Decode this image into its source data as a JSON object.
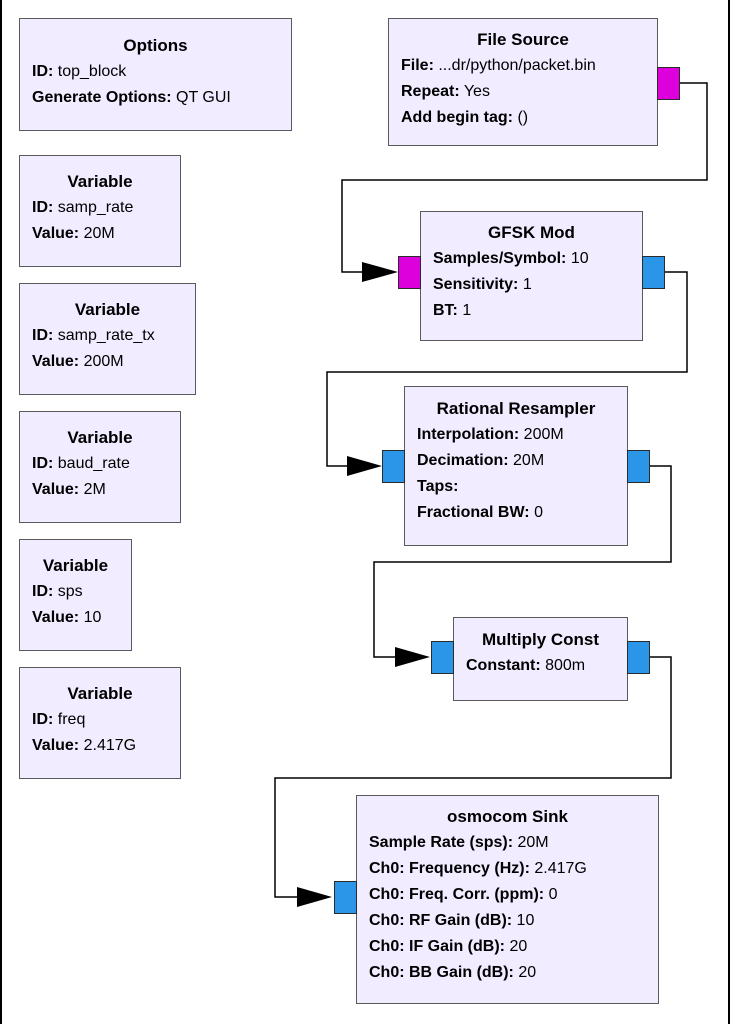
{
  "colors": {
    "canvas_bg": "#ffffff",
    "outer_bg": "#000000",
    "block_fill": "#f1ecff",
    "block_border": "#5a5a5a",
    "port_byte": "#dd00dd",
    "port_complex": "#2b95e8",
    "wire": "#000000"
  },
  "blocks": {
    "options": {
      "title": "Options",
      "params": [
        {
          "key": "ID:",
          "value": "top_block"
        },
        {
          "key": "Generate Options:",
          "value": "QT GUI"
        }
      ]
    },
    "var_samp_rate": {
      "title": "Variable",
      "params": [
        {
          "key": "ID:",
          "value": "samp_rate"
        },
        {
          "key": "Value:",
          "value": "20M"
        }
      ]
    },
    "var_samp_rate_tx": {
      "title": "Variable",
      "params": [
        {
          "key": "ID:",
          "value": "samp_rate_tx"
        },
        {
          "key": "Value:",
          "value": "200M"
        }
      ]
    },
    "var_baud_rate": {
      "title": "Variable",
      "params": [
        {
          "key": "ID:",
          "value": "baud_rate"
        },
        {
          "key": "Value:",
          "value": "2M"
        }
      ]
    },
    "var_sps": {
      "title": "Variable",
      "params": [
        {
          "key": "ID:",
          "value": "sps"
        },
        {
          "key": "Value:",
          "value": "10"
        }
      ]
    },
    "var_freq": {
      "title": "Variable",
      "params": [
        {
          "key": "ID:",
          "value": "freq"
        },
        {
          "key": "Value:",
          "value": "2.417G"
        }
      ]
    },
    "file_source": {
      "title": "File Source",
      "params": [
        {
          "key": "File:",
          "value": "...dr/python/packet.bin"
        },
        {
          "key": "Repeat:",
          "value": "Yes"
        },
        {
          "key": "Add begin tag:",
          "value": "()"
        }
      ]
    },
    "gfsk_mod": {
      "title": "GFSK Mod",
      "params": [
        {
          "key": "Samples/Symbol:",
          "value": "10"
        },
        {
          "key": "Sensitivity:",
          "value": "1"
        },
        {
          "key": "BT:",
          "value": "1"
        }
      ]
    },
    "rational_resampler": {
      "title": "Rational Resampler",
      "params": [
        {
          "key": "Interpolation:",
          "value": "200M"
        },
        {
          "key": "Decimation:",
          "value": "20M"
        },
        {
          "key": "Taps:",
          "value": ""
        },
        {
          "key": "Fractional BW:",
          "value": "0"
        }
      ]
    },
    "multiply_const": {
      "title": "Multiply Const",
      "params": [
        {
          "key": "Constant:",
          "value": "800m"
        }
      ]
    },
    "osmocom_sink": {
      "title": "osmocom Sink",
      "params": [
        {
          "key": "Sample Rate (sps):",
          "value": "20M"
        },
        {
          "key": "Ch0: Frequency (Hz):",
          "value": "2.417G"
        },
        {
          "key": "Ch0: Freq. Corr. (ppm):",
          "value": "0"
        },
        {
          "key": "Ch0: RF Gain (dB):",
          "value": "10"
        },
        {
          "key": "Ch0: IF Gain (dB):",
          "value": "20"
        },
        {
          "key": "Ch0: BB Gain (dB):",
          "value": "20"
        }
      ]
    }
  }
}
